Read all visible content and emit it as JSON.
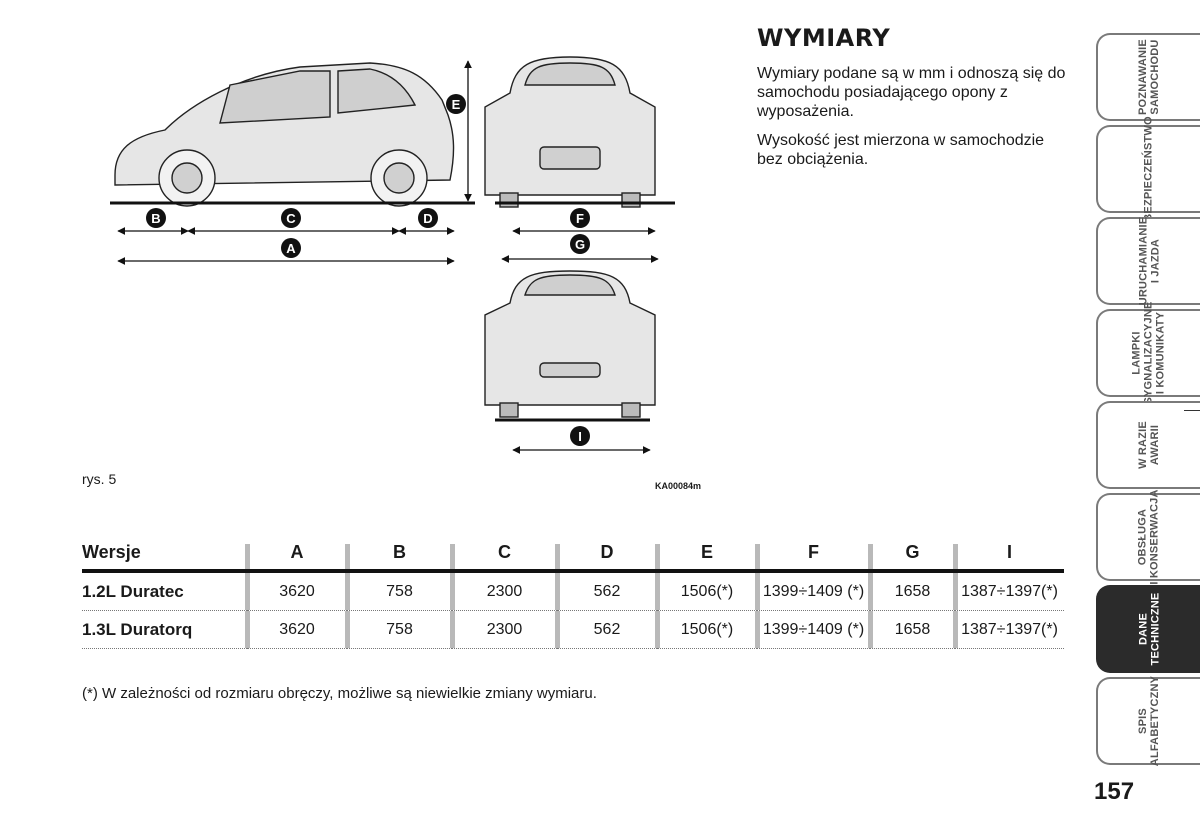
{
  "heading": "WYMIARY",
  "intro": {
    "paragraph1": "Wymiary podane są w mm i odnoszą się do samochodu posiadającego opony z wyposażenia.",
    "paragraph2": "Wysokość jest mierzona w samochodzie bez obciążenia."
  },
  "figure": {
    "caption": "rys. 5",
    "code": "KA00084m",
    "markers": [
      "A",
      "B",
      "C",
      "D",
      "E",
      "F",
      "G",
      "I"
    ]
  },
  "table": {
    "headers": [
      "Wersje",
      "A",
      "B",
      "C",
      "D",
      "E",
      "F",
      "G",
      "I"
    ],
    "rows": [
      [
        "1.2L Duratec",
        "3620",
        "758",
        "2300",
        "562",
        "1506(*)",
        "1399÷1409 (*)",
        "1658",
        "1387÷1397(*)"
      ],
      [
        "1.3L Duratorq",
        "3620",
        "758",
        "2300",
        "562",
        "1506(*)",
        "1399÷1409 (*)",
        "1658",
        "1387÷1397(*)"
      ]
    ]
  },
  "footnote": "(*) W zależności od rozmiaru obręczy, możliwe są niewielkie zmiany wymiaru.",
  "side_tabs": [
    {
      "label": "POZNAWANIE\nSAMOCHODU",
      "active": false
    },
    {
      "label": "BEZPIECZEŃSTWO",
      "active": false
    },
    {
      "label": "URUCHAMIANIE\nI JAZDA",
      "active": false
    },
    {
      "label": "LAMPKI\nSYGNALIZACYJNE\nI KOMUNIKATY",
      "active": false
    },
    {
      "label": "W RAZIE\nAWARII",
      "active": false
    },
    {
      "label": "OBSŁUGA\nI KONSERWACJA",
      "active": false
    },
    {
      "label": "DANE\nTECHNICZNE",
      "active": true
    },
    {
      "label": "SPIS\nALFABETYCZNY",
      "active": false
    }
  ],
  "page_number": "157",
  "colors": {
    "text": "#1a1a1a",
    "active_tab": "#2b2b2b",
    "tab_border": "#7a7a7a",
    "separator": "#b9b9b9"
  }
}
